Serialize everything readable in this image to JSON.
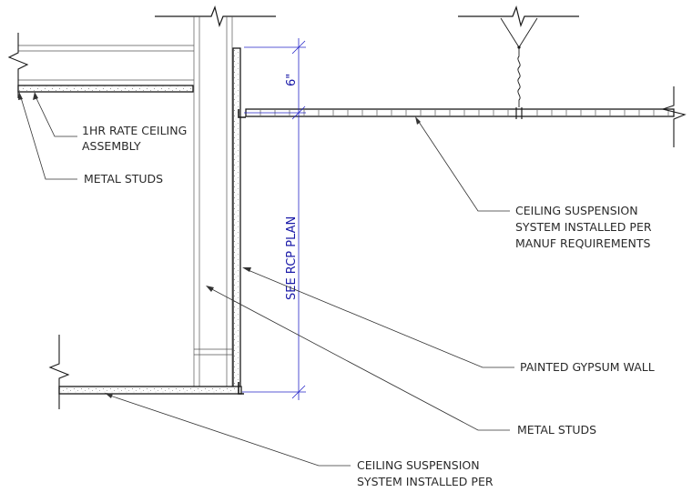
{
  "notes": {
    "ceiling_assembly": [
      "1HR RATE CEILING",
      "ASSEMBLY"
    ],
    "metal_studs_upper": "METAL STUDS",
    "ceiling_suspension_upper": [
      "CEILING SUSPENSION",
      "SYSTEM INSTALLED PER",
      "MANUF REQUIREMENTS"
    ],
    "painted_gypsum_wall": "PAINTED GYPSUM WALL",
    "metal_studs_lower": "METAL STUDS",
    "ceiling_suspension_lower": [
      "CEILING SUSPENSION",
      "SYSTEM INSTALLED PER"
    ]
  },
  "dimensions": {
    "offset": "6\"",
    "height": "SEE RCP PLAN"
  },
  "colors": {
    "linework": "#1a1a1a",
    "dimension": "#1a1aa8"
  }
}
